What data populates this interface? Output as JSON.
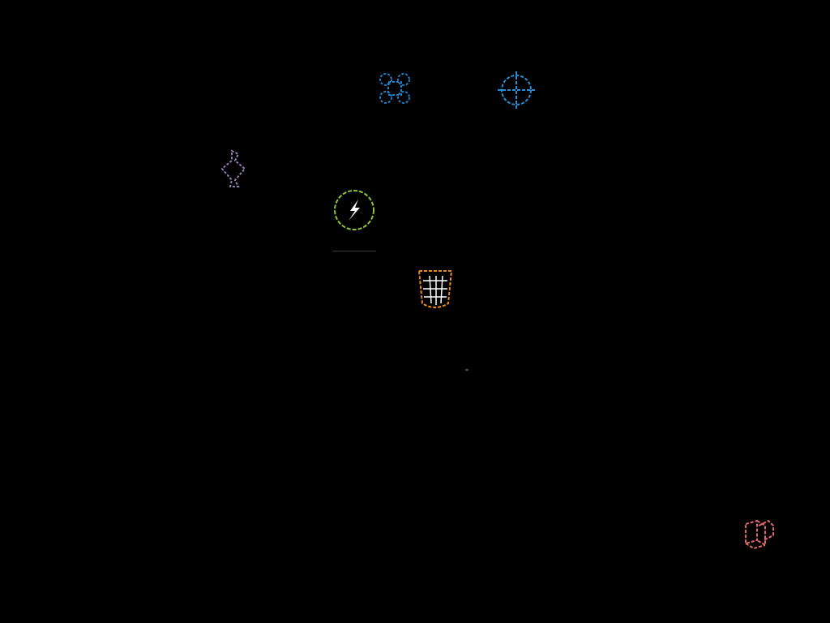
{
  "scene": {
    "background": "#000000"
  },
  "glyphs": [
    {
      "id": "blue-command",
      "icon": "command-key-icon",
      "color": "#1e7fc8"
    },
    {
      "id": "blue-crosshair",
      "icon": "crosshair-icon",
      "color": "#2a8fd6"
    },
    {
      "id": "purple-shape",
      "icon": "winding-arrow-icon",
      "color": "#9a7ab8"
    },
    {
      "id": "green-orb",
      "icon": "lightning-orb-icon",
      "color": "#8fc33a",
      "accent": "#ffffff"
    },
    {
      "id": "orange-cup",
      "icon": "grid-cup-icon",
      "color": "#e58a1f",
      "accent": "#ffffff"
    },
    {
      "id": "red-boxes",
      "icon": "stacked-cubes-icon",
      "color": "#e06a6a"
    }
  ]
}
